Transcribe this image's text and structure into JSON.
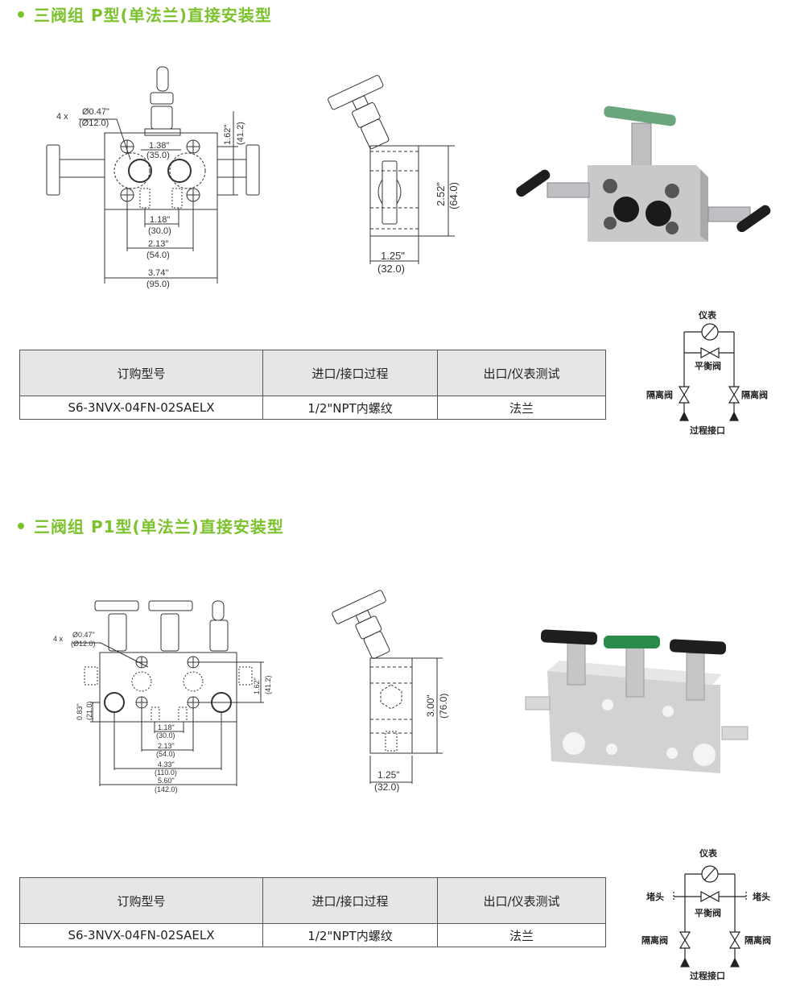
{
  "sections": [
    {
      "title": "三阀组  P型(单法兰)直接安装型",
      "front_view": {
        "hole_note_count": "4 x",
        "hole_dia_in": "Ø0.47\"",
        "hole_dia_mm": "(Ø12.0)",
        "dim_1_38_in": "1.38\"",
        "dim_1_38_mm": "(35.0)",
        "dim_1_62_in": "1.62\"",
        "dim_1_62_mm": "(41.2)",
        "dim_1_18_in": "1.18\"",
        "dim_1_18_mm": "(30.0)",
        "dim_2_13_in": "2.13\"",
        "dim_2_13_mm": "(54.0)",
        "dim_3_74_in": "3.74\"",
        "dim_3_74_mm": "(95.0)"
      },
      "side_view": {
        "height_in": "2.52\"",
        "height_mm": "(64.0)",
        "width_in": "1.25\"",
        "width_mm": "(32.0)"
      },
      "table": {
        "headers": [
          "订购型号",
          "进口/接口过程",
          "出口/仪表测试"
        ],
        "rows": [
          [
            "S6-3NVX-04FN-02SAELX",
            "1/2\"NPT内螺纹",
            "法兰"
          ]
        ]
      },
      "schematic": {
        "instrument": "仪表",
        "equalizing_valve": "平衡阀",
        "isolation_valve_left": "隔离阀",
        "isolation_valve_right": "隔离阀",
        "process_connection": "过程接口"
      }
    },
    {
      "title": "三阀组  P1型(单法兰)直接安装型",
      "front_view": {
        "hole_note_count": "4 x",
        "hole_dia_in": "Ø0.47\"",
        "hole_dia_mm": "(Ø12.0)",
        "dim_1_62_in": "1.62\"",
        "dim_1_62_mm": "(41.2)",
        "dim_0_83_in": "0.83\"",
        "dim_0_83_mm": "(21.0)",
        "dim_1_18_in": "1.18\"",
        "dim_1_18_mm": "(30.0)",
        "dim_2_13_in": "2.13\"",
        "dim_2_13_mm": "(54.0)",
        "dim_4_33_in": "4.33\"",
        "dim_4_33_mm": "(110.0)",
        "dim_5_60_in": "5.60\"",
        "dim_5_60_mm": "(142.0)"
      },
      "side_view": {
        "height_in": "3.00\"",
        "height_mm": "(76.0)",
        "width_in": "1.25\"",
        "width_mm": "(32.0)"
      },
      "table": {
        "headers": [
          "订购型号",
          "进口/接口过程",
          "出口/仪表测试"
        ],
        "rows": [
          [
            "S6-3NVX-04FN-02SAELX",
            "1/2\"NPT内螺纹",
            "法兰"
          ]
        ]
      },
      "schematic": {
        "instrument": "仪表",
        "plug_left": "堵头",
        "plug_right": "堵头",
        "equalizing_valve": "平衡阀",
        "isolation_valve_left": "隔离阀",
        "isolation_valve_right": "隔离阀",
        "process_connection": "过程接口"
      }
    }
  ],
  "colors": {
    "accent_green": "#7cc22c",
    "table_header_bg": "#e6e6e8",
    "handle_green": "#3e9a5e",
    "handle_black": "#1e1e1e",
    "body_steel": "#c9c9cc"
  }
}
